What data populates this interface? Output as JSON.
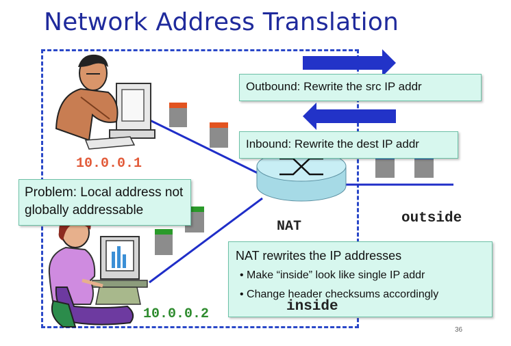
{
  "title": "Network Address Translation",
  "callouts": {
    "outbound": "Outbound: Rewrite the src IP addr",
    "inbound": "Inbound: Rewrite the dest IP addr",
    "problem": "Problem: Local address not globally addressable",
    "nat_head": "NAT rewrites the IP addresses",
    "nat_bullets": [
      "Make “inside” look like single IP addr",
      "Change header checksums accordingly"
    ]
  },
  "labels": {
    "host1_ip": "10.0.0.1",
    "host2_ip": "10.0.0.2",
    "nat": "NAT",
    "outside": "outside",
    "inside": "inside"
  },
  "page_number": "36",
  "colors": {
    "title": "#1f2a9c",
    "dashed_border": "#2a48c8",
    "link_line": "#1f2ec8",
    "arrow": "#2233c8",
    "callout_fill": "#d7f7ee",
    "ip1": "#e25b3a",
    "ip2": "#2e8b2e",
    "packet_body": "#8c8c8c",
    "packet_header_out": "#e2531f",
    "packet_header_in": "#2f5fc8",
    "packet_header_local": "#2a9a2a"
  },
  "icons": [
    "man-at-computer-icon",
    "woman-at-computer-icon",
    "router-icon"
  ]
}
